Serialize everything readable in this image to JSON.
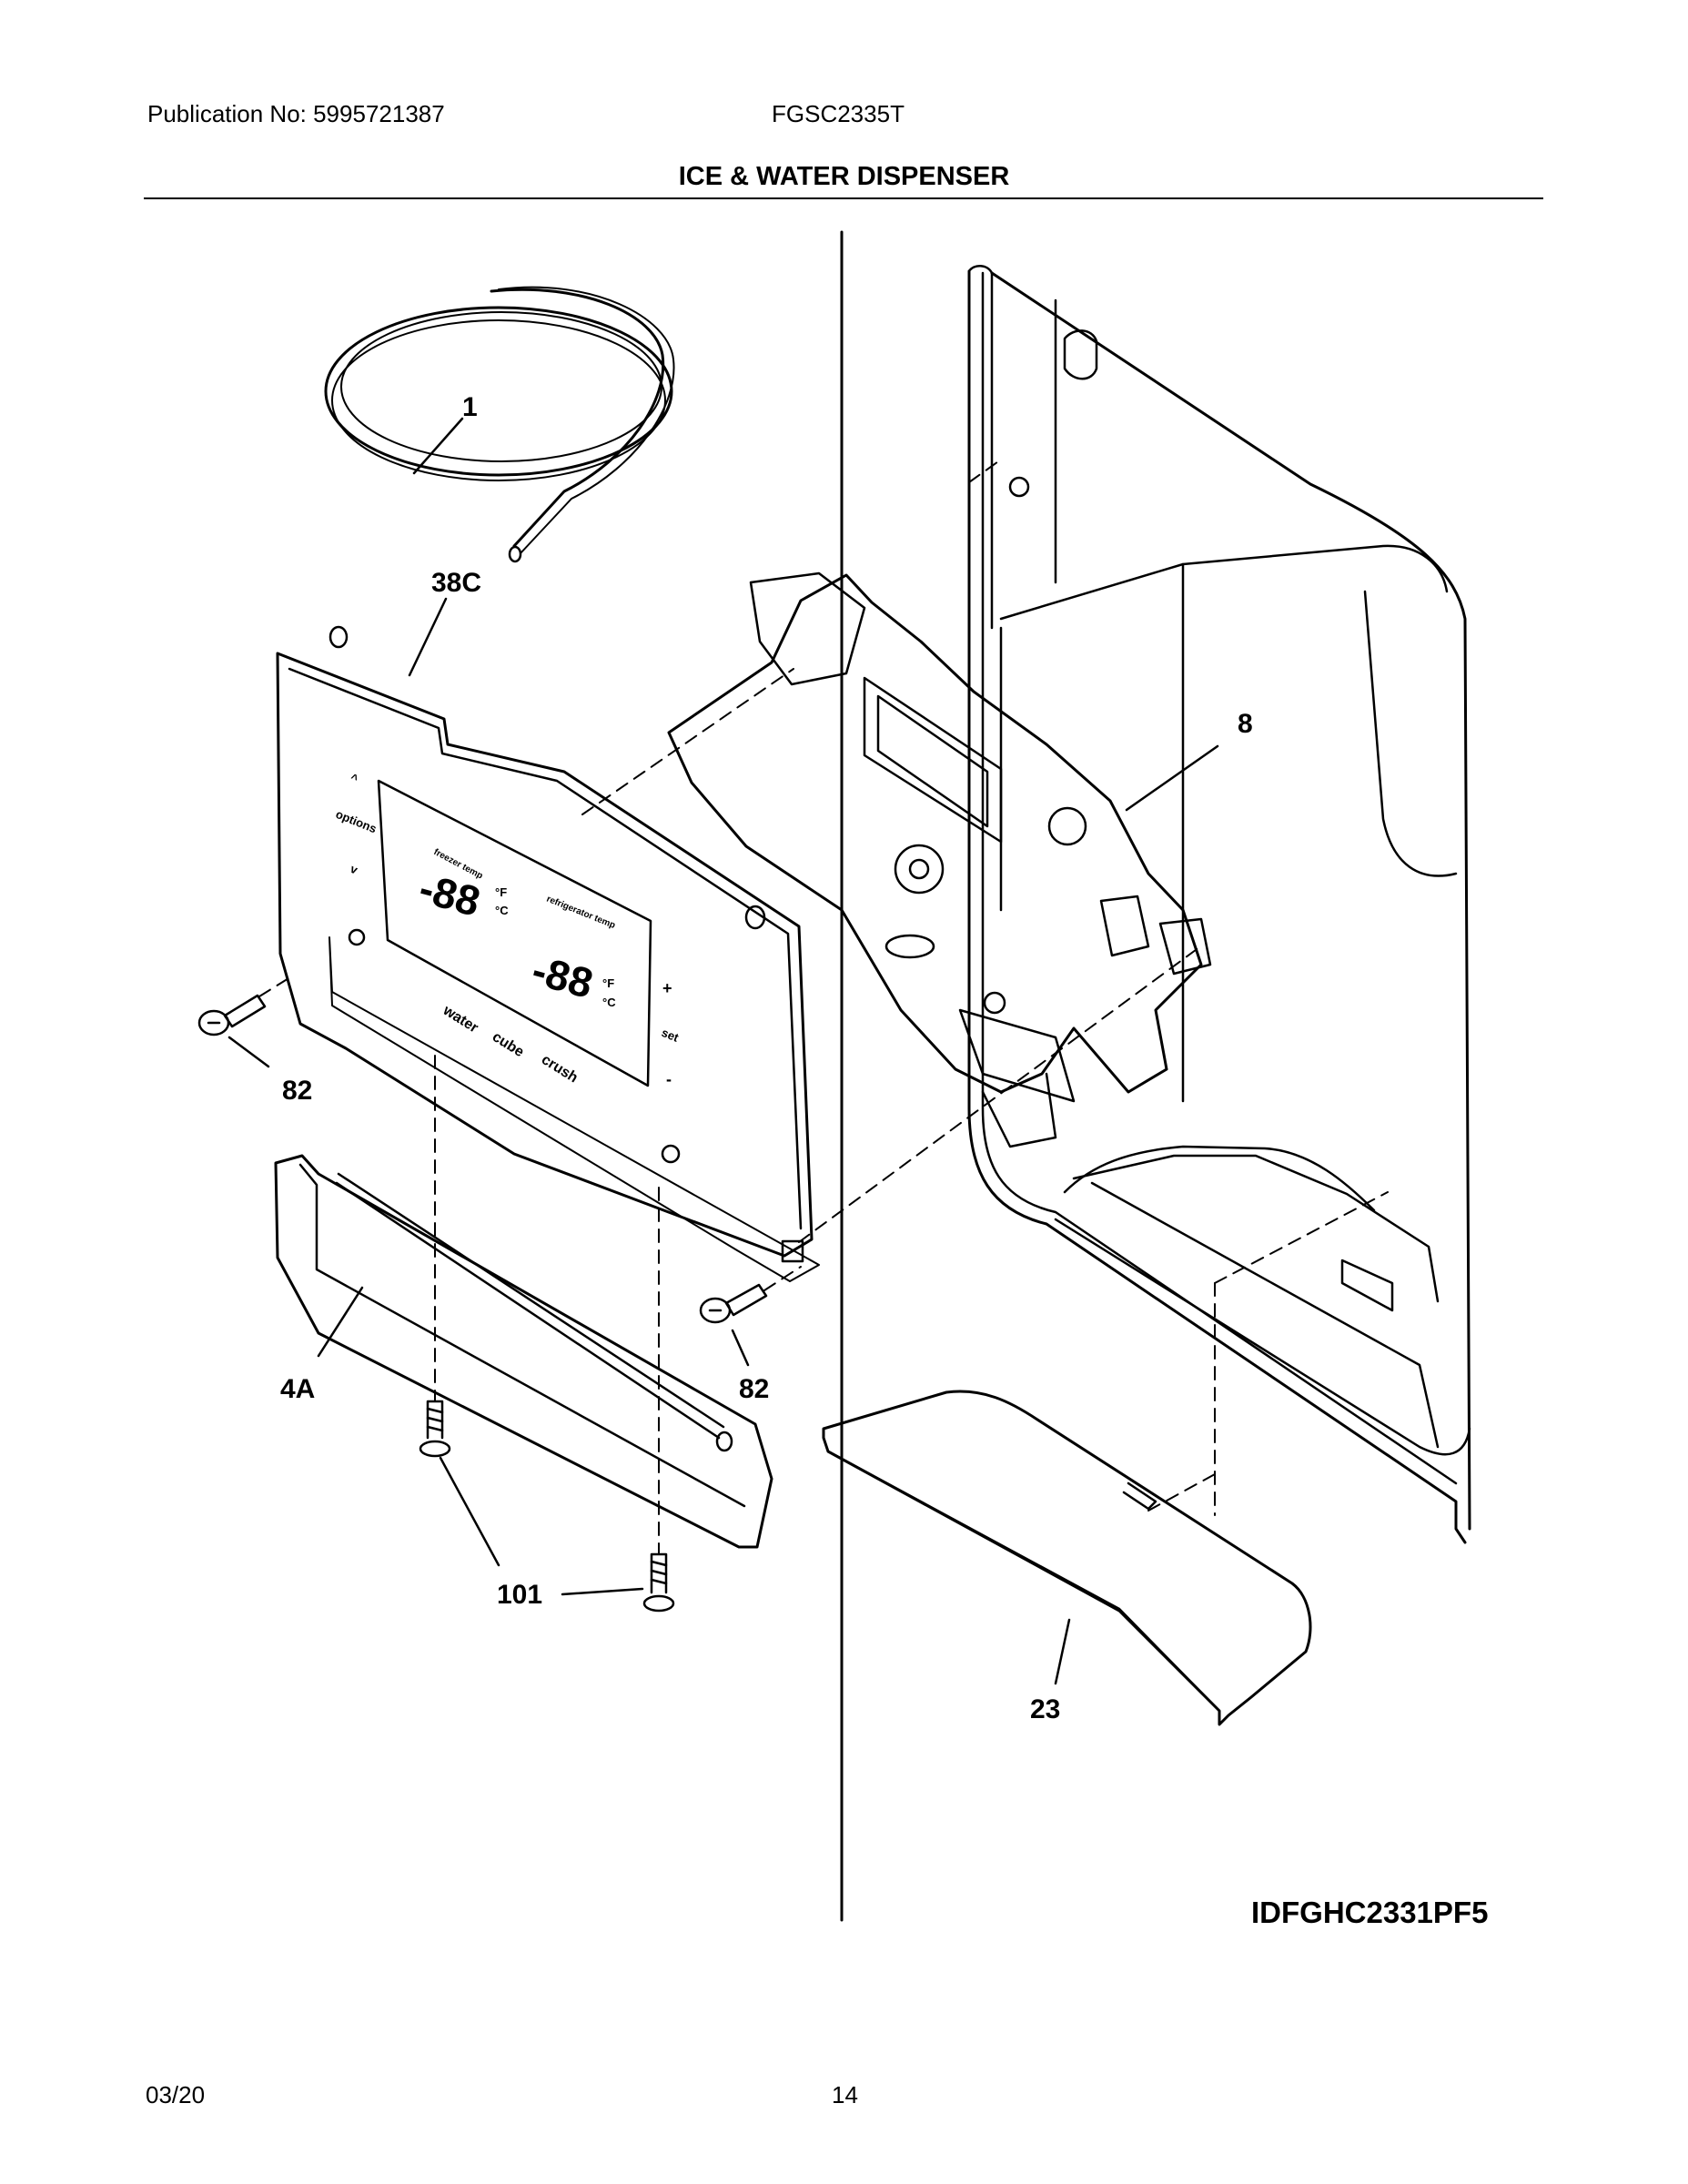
{
  "header": {
    "publication": "Publication No: 5995721387",
    "model": "FGSC2335T",
    "title": "ICE & WATER DISPENSER"
  },
  "diagram": {
    "illustration_id": "IDFGHC2331PF5",
    "callouts": {
      "tube": "1",
      "control_panel": "38C",
      "dispenser_assembly": "8",
      "screw_left": "82",
      "screw_right": "82",
      "trim": "4A",
      "screws_bottom": "101",
      "drip_tray": "23"
    },
    "panel_labels": {
      "up": "^",
      "options": "options",
      "down": "v",
      "freezer_temp": "freezer temp",
      "refrigerator_temp": "refrigerator temp",
      "freezer_display": "-88",
      "refrigerator_display": "-88",
      "unit_f": "°F",
      "unit_c": "°C",
      "water": "water",
      "cube": "cube",
      "crush": "crush",
      "plus": "+",
      "set": "set",
      "minus": "-"
    }
  },
  "footer": {
    "date": "03/20",
    "page": "14"
  }
}
